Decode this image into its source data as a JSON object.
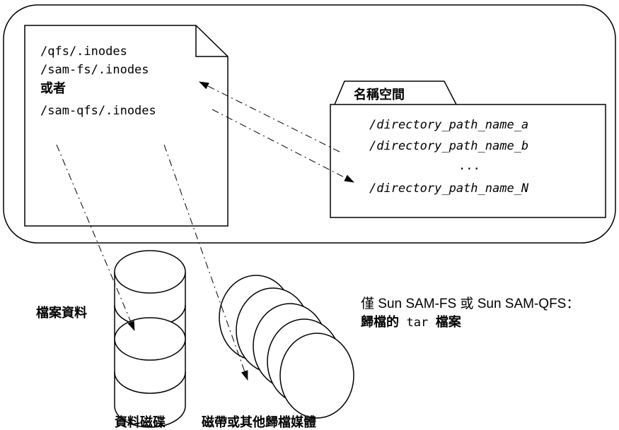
{
  "inode_file": {
    "lines": [
      "/qfs/.inodes",
      "/sam-fs/.inodes",
      "或者",
      "/sam-qfs/.inodes"
    ]
  },
  "namespace": {
    "tab_label": "名稱空間",
    "paths": [
      "/directory_path_name_a",
      "/directory_path_name_b",
      "...",
      "/directory_path_name_N"
    ]
  },
  "disk": {
    "side_label": "檔案資料",
    "bottom_label": "資料磁碟"
  },
  "tape": {
    "note_line1": "僅 Sun SAM-FS 或 Sun SAM-QFS：",
    "note_line2_prefix": "歸檔的",
    "note_line2_code": "tar",
    "note_line2_suffix": "檔案",
    "bottom_label": "磁帶或其他歸檔媒體"
  }
}
